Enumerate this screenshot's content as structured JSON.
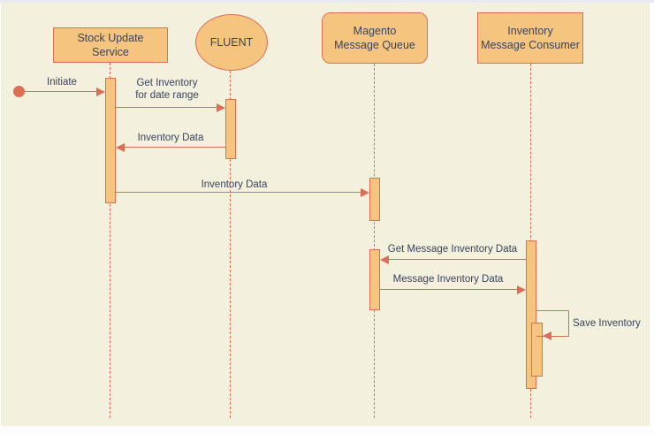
{
  "diagram": {
    "type": "sequence-diagram",
    "actors": [
      {
        "id": "stock-update-service",
        "shape": "rect",
        "label": "Stock Update Service",
        "label_lines": [
          "Stock Update",
          "Service"
        ]
      },
      {
        "id": "fluent",
        "shape": "ellipse",
        "label": "FLUENT"
      },
      {
        "id": "magento-message-queue",
        "shape": "rounded-rect",
        "label": "Magento Message Queue",
        "label_lines": [
          "Magento",
          "Message Queue"
        ]
      },
      {
        "id": "inventory-message-consumer",
        "shape": "rect",
        "label": "Inventory Message Consumer",
        "label_lines": [
          "Inventory",
          "Message Consumer"
        ]
      }
    ],
    "messages": [
      {
        "id": "initiate",
        "label": "Initiate",
        "from": "start",
        "to": "stock-update-service",
        "direction": "right"
      },
      {
        "id": "get-inventory",
        "label": "Get Inventory for date range",
        "label_lines": [
          "Get Inventory",
          "for date range"
        ],
        "from": "stock-update-service",
        "to": "fluent",
        "direction": "right"
      },
      {
        "id": "inventory-data-return",
        "label": "Inventory Data",
        "from": "fluent",
        "to": "stock-update-service",
        "direction": "left"
      },
      {
        "id": "inventory-data-forward",
        "label": "Inventory Data",
        "from": "stock-update-service",
        "to": "magento-message-queue",
        "direction": "right"
      },
      {
        "id": "get-message-inventory-data",
        "label": "Get Message Inventory Data",
        "from": "inventory-message-consumer",
        "to": "magento-message-queue",
        "direction": "left"
      },
      {
        "id": "message-inventory-data",
        "label": "Message Inventory Data",
        "from": "magento-message-queue",
        "to": "inventory-message-consumer",
        "direction": "right"
      },
      {
        "id": "save-inventory",
        "label": "Save Inventory",
        "from": "inventory-message-consumer",
        "to": "inventory-message-consumer",
        "direction": "self"
      }
    ],
    "colors": {
      "canvas_background": "#f3f0dd",
      "shape_fill": "#f5c580",
      "shape_stroke": "#dc6e55",
      "connector": "#dc6e55",
      "text": "#39435f"
    }
  }
}
